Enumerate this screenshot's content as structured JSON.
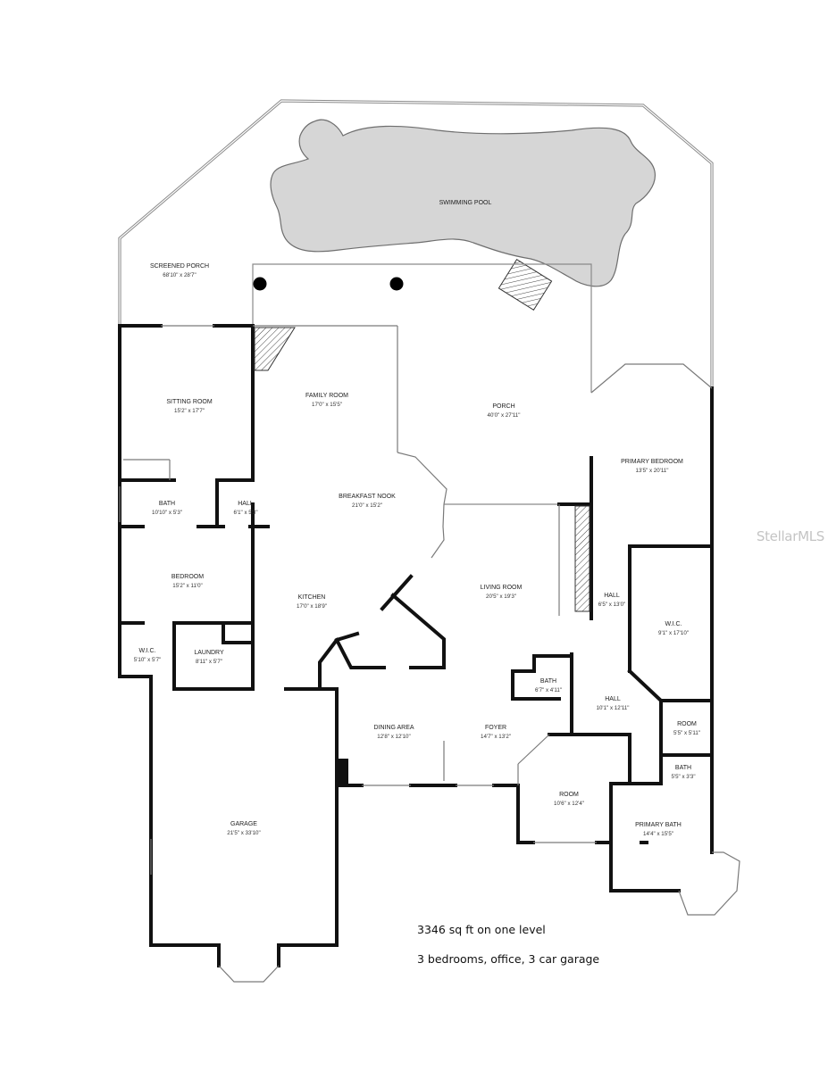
{
  "rooms": [
    {
      "id": "pool",
      "name": "SWIMMING POOL",
      "dim": ""
    },
    {
      "id": "screened_porch",
      "name": "SCREENED PORCH",
      "dim": "68'10\" x 28'7\""
    },
    {
      "id": "sitting_room",
      "name": "SITTING ROOM",
      "dim": "15'2\" x 17'7\""
    },
    {
      "id": "family_room",
      "name": "FAMILY ROOM",
      "dim": "17'0\" x 15'5\""
    },
    {
      "id": "porch",
      "name": "PORCH",
      "dim": "40'0\" x 27'11\""
    },
    {
      "id": "primary_bedroom",
      "name": "PRIMARY BEDROOM",
      "dim": "13'5\" x 20'11\""
    },
    {
      "id": "bath_1",
      "name": "BATH",
      "dim": "10'10\" x 5'3\""
    },
    {
      "id": "hall_1",
      "name": "HALL",
      "dim": "6'1\" x 5'3\""
    },
    {
      "id": "breakfast_nook",
      "name": "BREAKFAST NOOK",
      "dim": "21'0\" x 15'2\""
    },
    {
      "id": "bedroom",
      "name": "BEDROOM",
      "dim": "15'2\" x 11'0\""
    },
    {
      "id": "living_room",
      "name": "LIVING ROOM",
      "dim": "20'5\" x 19'3\""
    },
    {
      "id": "kitchen",
      "name": "KITCHEN",
      "dim": "17'0\" x 18'9\""
    },
    {
      "id": "hall_2",
      "name": "HALL",
      "dim": "6'5\" x 13'0\""
    },
    {
      "id": "wic_1",
      "name": "W.I.C.",
      "dim": "9'1\" x 17'10\""
    },
    {
      "id": "wic_2",
      "name": "W.I.C.",
      "dim": "5'10\" x 5'7\""
    },
    {
      "id": "laundry",
      "name": "LAUNDRY",
      "dim": "8'11\" x 5'7\""
    },
    {
      "id": "bath_2",
      "name": "BATH",
      "dim": "6'7\" x 4'11\""
    },
    {
      "id": "hall_3",
      "name": "HALL",
      "dim": "10'1\" x 12'11\""
    },
    {
      "id": "room_1",
      "name": "ROOM",
      "dim": "5'5\" x 5'11\""
    },
    {
      "id": "dining_area",
      "name": "DINING AREA",
      "dim": "12'8\" x 12'10\""
    },
    {
      "id": "foyer",
      "name": "FOYER",
      "dim": "14'7\" x 13'2\""
    },
    {
      "id": "bath_3",
      "name": "BATH",
      "dim": "5'5\" x 3'3\""
    },
    {
      "id": "room_2",
      "name": "ROOM",
      "dim": "10'6\" x 12'4\""
    },
    {
      "id": "primary_bath",
      "name": "PRIMARY BATH",
      "dim": "14'4\" x 15'5\""
    },
    {
      "id": "garage",
      "name": "GARAGE",
      "dim": "21'5\" x 33'10\""
    }
  ],
  "notes": {
    "line1": "3346 sq ft on one level",
    "line2": "3 bedrooms, office, 3 car garage"
  },
  "watermark": "StellarMLS",
  "colors": {
    "wall": "#111111",
    "pool": "#d6d6d6",
    "thin": "#8a8a8a"
  }
}
